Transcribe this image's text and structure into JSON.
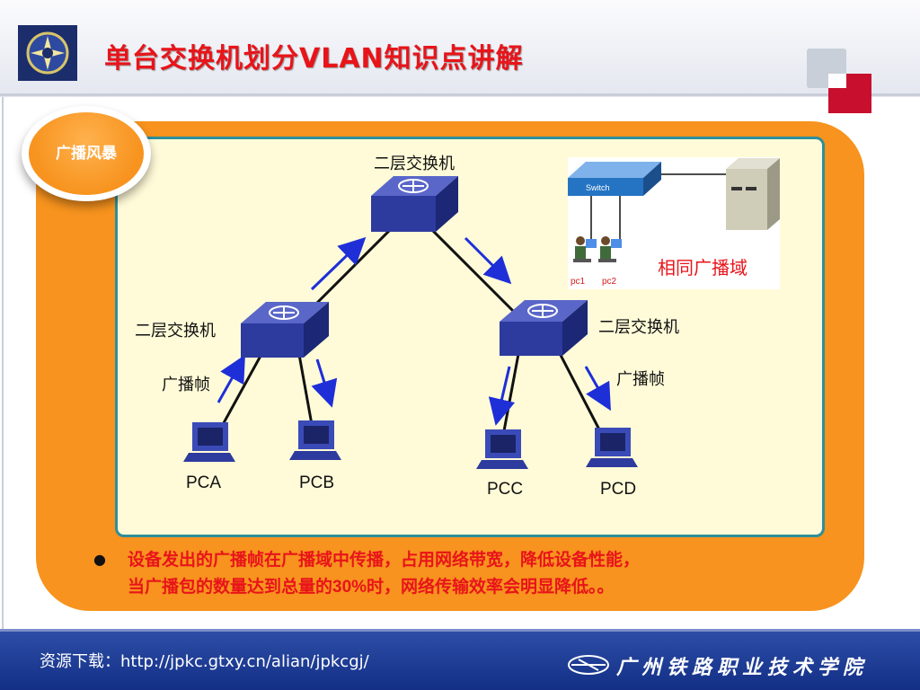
{
  "header": {
    "title": "单台交换机划分VLAN知识点讲解"
  },
  "badge": {
    "text": "广播风暴"
  },
  "diagram": {
    "top_switch_label": "二层交换机",
    "left_switch_label": "二层交换机",
    "right_switch_label": "二层交换机",
    "left_frame_label": "广播帧",
    "right_frame_label": "广播帧",
    "pcs": [
      "PCA",
      "PCB",
      "PCC",
      "PCD"
    ],
    "inset": {
      "switch_text": "Switch",
      "pc1": "pc1",
      "pc2": "pc2",
      "domain_label": "相同广播域"
    }
  },
  "bullet": {
    "line1": "设备发出的广播帧在广播域中传播，占用网络带宽，降低设备性能，",
    "line2_before": "当广播包的数量达到总量的",
    "line2_value": "30%",
    "line2_after": "时，网络传输效率会明显降低。。"
  },
  "footer": {
    "download_text": "资源下载：http://jpkc.gtxy.cn/alian/jpkcgj/",
    "school_name": "广州铁路职业技术学院"
  },
  "colors": {
    "accent_orange": "#f7931e",
    "title_red": "#e8141a",
    "footer_blue": "#1f3f99",
    "arrow_blue": "#1e2fd8"
  }
}
